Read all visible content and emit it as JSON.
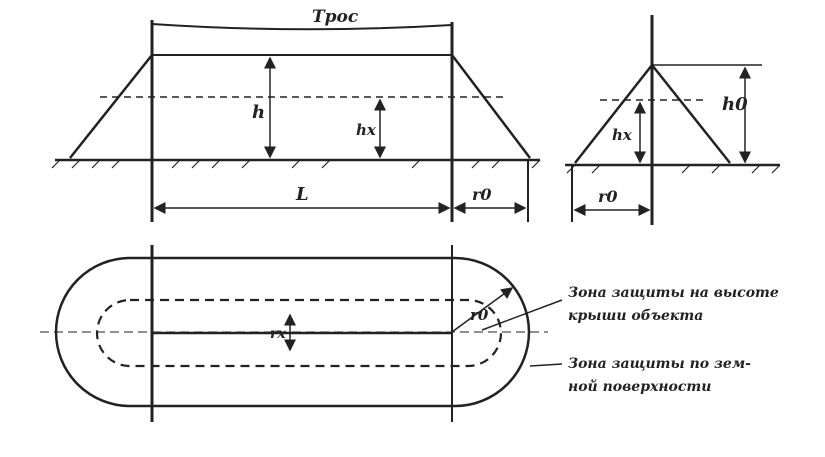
{
  "labels": {
    "cable": "Трос",
    "h": "h",
    "hx": "hx",
    "L": "L",
    "r0": "r0",
    "rx": "rx",
    "h0": "h0"
  },
  "notes": {
    "roof_zone_line1": "Зона защиты на высоте",
    "roof_zone_line2": "крыши объекта",
    "ground_zone_line1": "Зона защиты по зем-",
    "ground_zone_line2": "ной поверхности"
  },
  "colors": {
    "ink": "#222222",
    "paper": "#ffffff"
  }
}
